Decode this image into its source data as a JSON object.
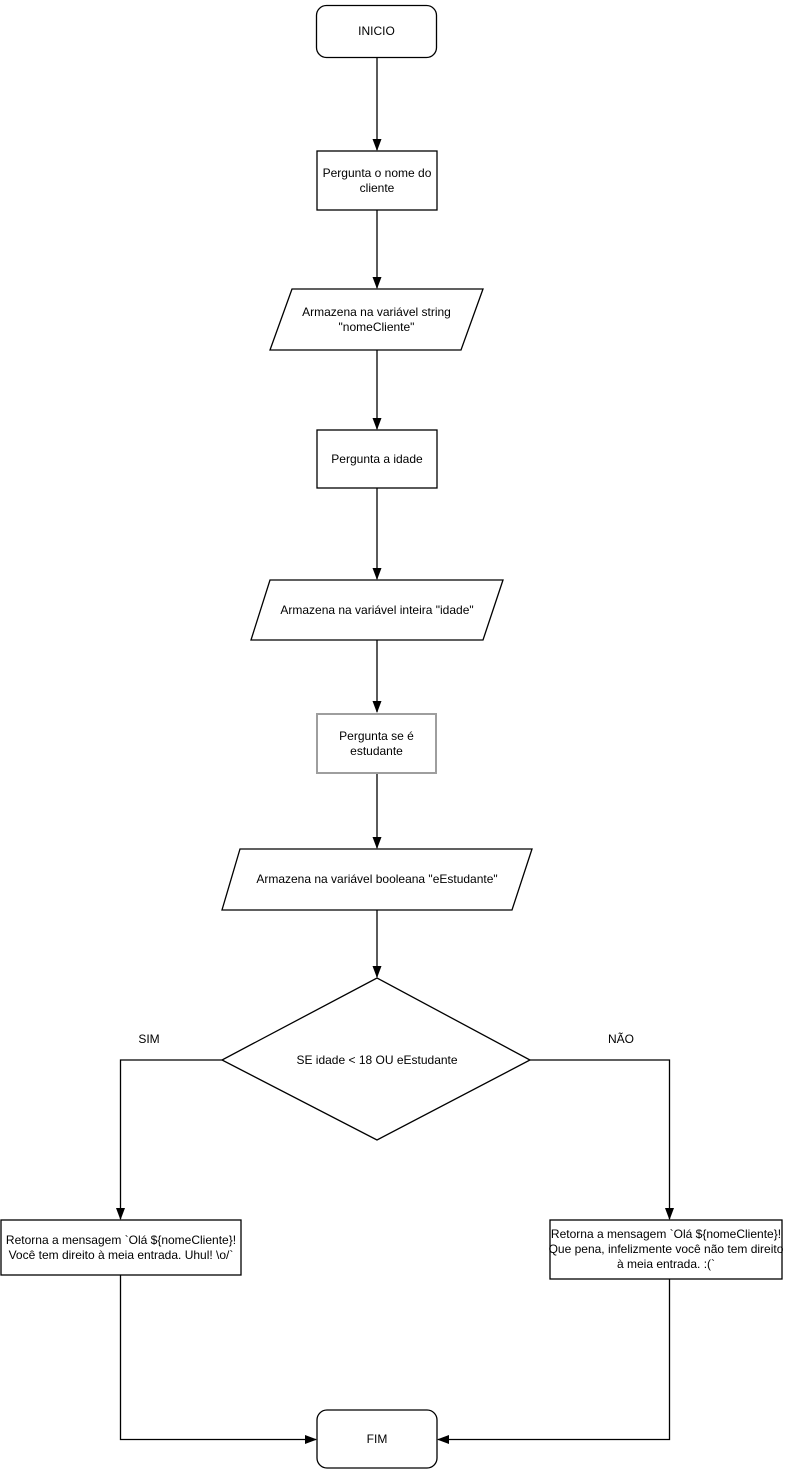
{
  "diagram": {
    "kind": "flowchart",
    "colors": {
      "stroke": "#000000",
      "muted_stroke": "#9e9e9e",
      "fill": "#ffffff",
      "background": "#ffffff",
      "text": "#000000"
    },
    "nodes": {
      "start": {
        "shape": "terminator",
        "label": "INICIO"
      },
      "ask_name": {
        "shape": "process",
        "label": "Pergunta o nome do\ncliente"
      },
      "store_name": {
        "shape": "data",
        "label": "Armazena na variável string\n\"nomeCliente\""
      },
      "ask_age": {
        "shape": "process",
        "label": "Pergunta a idade"
      },
      "store_age": {
        "shape": "data",
        "label": "Armazena na variável inteira \"idade\""
      },
      "ask_student": {
        "shape": "process",
        "label": "Pergunta se é\nestudante"
      },
      "store_student": {
        "shape": "data",
        "label": "Armazena na variável booleana \"eEstudante\""
      },
      "decision": {
        "shape": "decision",
        "label": "SE idade < 18 OU eEstudante"
      },
      "result_yes": {
        "shape": "process",
        "label": "Retorna a mensagem `Olá ${nomeCliente}!\nVocê tem direito à meia entrada. Uhul! \\o/`"
      },
      "result_no": {
        "shape": "process",
        "label": "Retorna a mensagem `Olá ${nomeCliente}!\nQue pena, infelizmente você não tem direito\nà meia entrada. :(`"
      },
      "end": {
        "shape": "terminator",
        "label": "FIM"
      }
    },
    "edges": {
      "yes_label": "SIM",
      "no_label": "NÃO"
    }
  }
}
